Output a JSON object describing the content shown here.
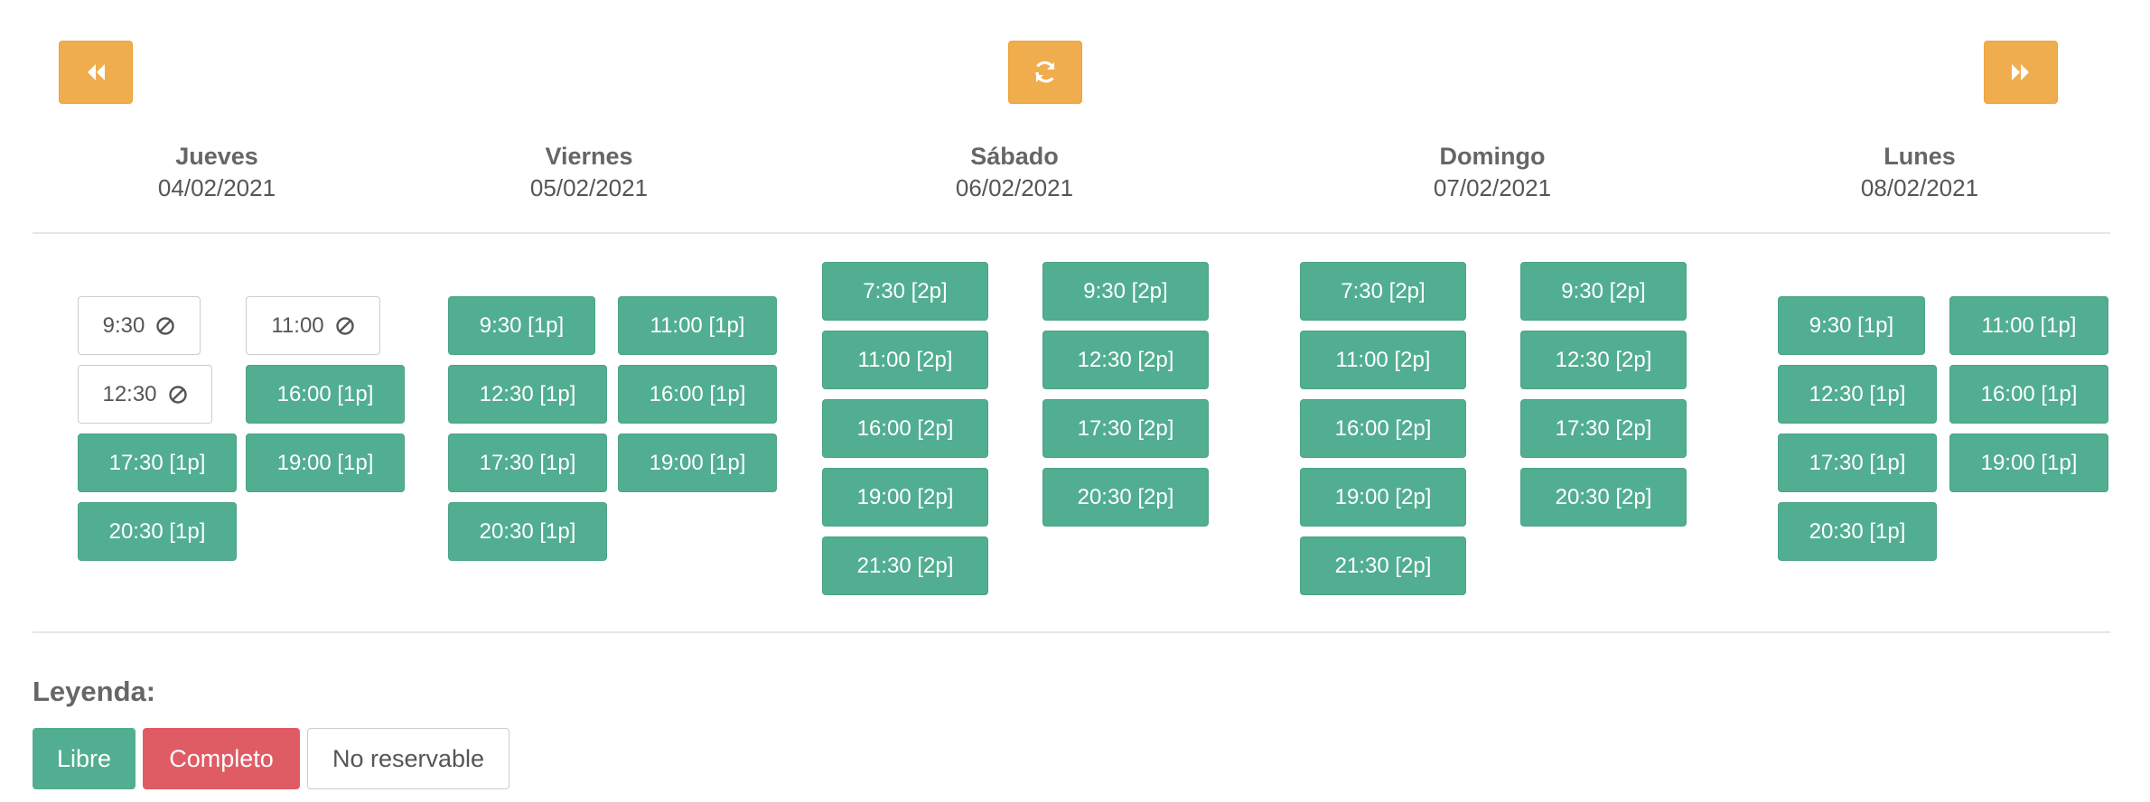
{
  "nav": {
    "prev_icon": "double-chevron-left-icon",
    "refresh_icon": "refresh-icon",
    "next_icon": "double-chevron-right-icon"
  },
  "colors": {
    "free": "#52ae91",
    "full": "#e05c65",
    "nav": "#f0ad4e"
  },
  "days": [
    {
      "name": "Jueves",
      "date": "04/02/2021"
    },
    {
      "name": "Viernes",
      "date": "05/02/2021"
    },
    {
      "name": "Sábado",
      "date": "06/02/2021"
    },
    {
      "name": "Domingo",
      "date": "07/02/2021"
    },
    {
      "name": "Lunes",
      "date": "08/02/2021"
    }
  ],
  "slots": {
    "jueves": {
      "col1": [
        {
          "label": "9:30",
          "status": "no-reservable"
        },
        {
          "label": "12:30",
          "status": "no-reservable"
        },
        {
          "label": "17:30 [1p]",
          "status": "libre"
        },
        {
          "label": "20:30 [1p]",
          "status": "libre"
        }
      ],
      "col2": [
        {
          "label": "11:00",
          "status": "no-reservable"
        },
        {
          "label": "16:00 [1p]",
          "status": "libre"
        },
        {
          "label": "19:00 [1p]",
          "status": "libre"
        }
      ]
    },
    "viernes": {
      "col1": [
        {
          "label": "9:30 [1p]",
          "status": "libre"
        },
        {
          "label": "12:30 [1p]",
          "status": "libre"
        },
        {
          "label": "17:30 [1p]",
          "status": "libre"
        },
        {
          "label": "20:30 [1p]",
          "status": "libre"
        }
      ],
      "col2": [
        {
          "label": "11:00 [1p]",
          "status": "libre"
        },
        {
          "label": "16:00 [1p]",
          "status": "libre"
        },
        {
          "label": "19:00 [1p]",
          "status": "libre"
        }
      ]
    },
    "sabado": {
      "col1": [
        {
          "label": "7:30 [2p]",
          "status": "libre"
        },
        {
          "label": "11:00 [2p]",
          "status": "libre"
        },
        {
          "label": "16:00 [2p]",
          "status": "libre"
        },
        {
          "label": "19:00 [2p]",
          "status": "libre"
        },
        {
          "label": "21:30 [2p]",
          "status": "libre"
        }
      ],
      "col2": [
        {
          "label": "9:30 [2p]",
          "status": "libre"
        },
        {
          "label": "12:30 [2p]",
          "status": "libre"
        },
        {
          "label": "17:30 [2p]",
          "status": "libre"
        },
        {
          "label": "20:30 [2p]",
          "status": "libre"
        }
      ]
    },
    "domingo": {
      "col1": [
        {
          "label": "7:30 [2p]",
          "status": "libre"
        },
        {
          "label": "11:00 [2p]",
          "status": "libre"
        },
        {
          "label": "16:00 [2p]",
          "status": "libre"
        },
        {
          "label": "19:00 [2p]",
          "status": "libre"
        },
        {
          "label": "21:30 [2p]",
          "status": "libre"
        }
      ],
      "col2": [
        {
          "label": "9:30 [2p]",
          "status": "libre"
        },
        {
          "label": "12:30 [2p]",
          "status": "libre"
        },
        {
          "label": "17:30 [2p]",
          "status": "libre"
        },
        {
          "label": "20:30 [2p]",
          "status": "libre"
        }
      ]
    },
    "lunes": {
      "col1": [
        {
          "label": "9:30 [1p]",
          "status": "libre"
        },
        {
          "label": "12:30 [1p]",
          "status": "libre"
        },
        {
          "label": "17:30 [1p]",
          "status": "libre"
        },
        {
          "label": "20:30 [1p]",
          "status": "libre"
        }
      ],
      "col2": [
        {
          "label": "11:00 [1p]",
          "status": "libre"
        },
        {
          "label": "16:00 [1p]",
          "status": "libre"
        },
        {
          "label": "19:00 [1p]",
          "status": "libre"
        }
      ]
    }
  },
  "legend": {
    "title": "Leyenda:",
    "libre": "Libre",
    "completo": "Completo",
    "no_reservable": "No reservable"
  }
}
